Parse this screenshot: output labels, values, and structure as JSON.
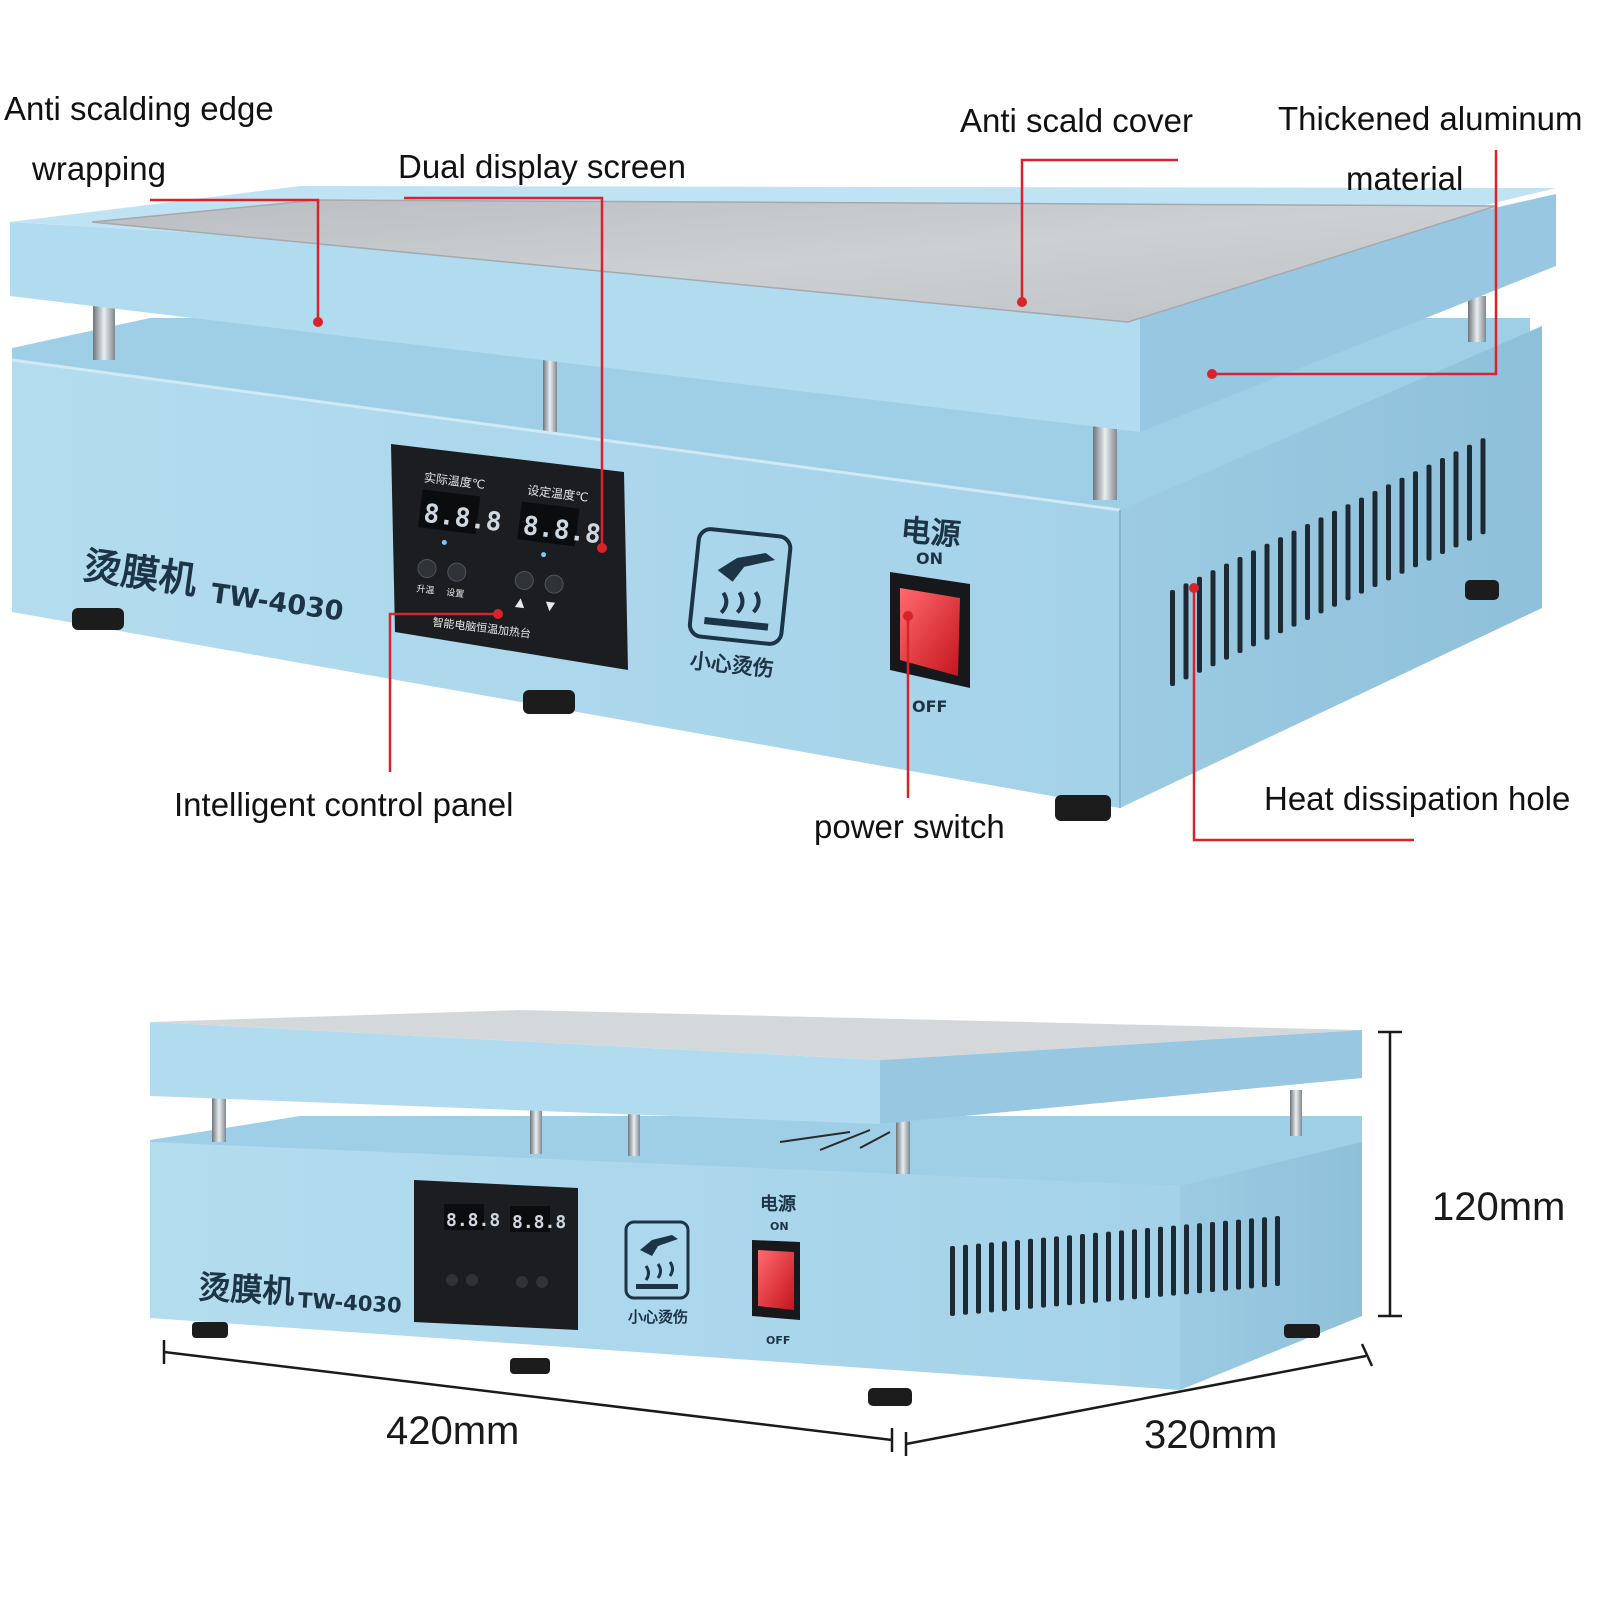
{
  "colors": {
    "leader_line": "#d9232a",
    "device_body": "#aedaef",
    "top_plate": "#c8cacd",
    "panel": "#1b1d21",
    "switch": "#e5242b"
  },
  "device": {
    "name_cn": "烫膜机",
    "model": "TW-4030",
    "display_left_title": "实际温度℃",
    "display_right_title": "设定温度℃",
    "display_left_value": "8.8.8",
    "display_right_value": "8.8.8",
    "panel_footer": "智能电脑恒温加热台",
    "btn_labels": [
      "升温",
      "设置",
      "▲",
      "▼"
    ],
    "warning_text": "小心烫伤",
    "power_title": "电源",
    "power_on": "ON",
    "power_off": "OFF"
  },
  "callouts": {
    "anti_scalding_edge_line1": "Anti scalding edge",
    "anti_scalding_edge_line2": "wrapping",
    "dual_display": "Dual display screen",
    "anti_scald_cover": "Anti scald cover",
    "thickened_line1": "Thickened aluminum",
    "thickened_line2": "material",
    "control_panel": "Intelligent control panel",
    "power_switch": "power switch",
    "heat_hole": "Heat dissipation hole"
  },
  "dimensions": {
    "height": "120mm",
    "width": "420mm",
    "depth": "320mm"
  }
}
